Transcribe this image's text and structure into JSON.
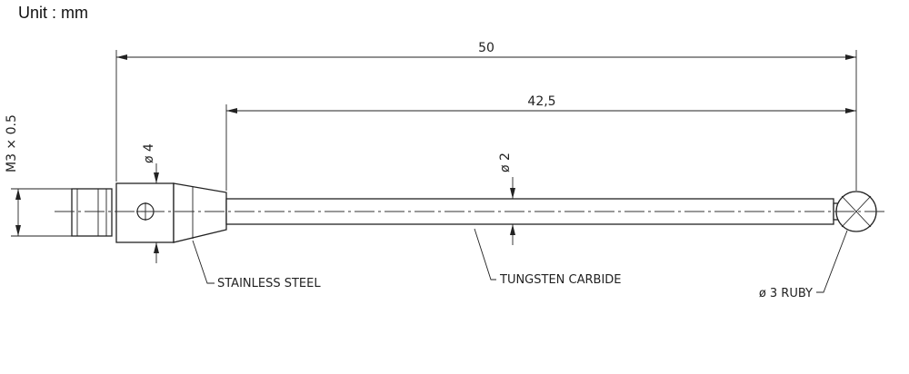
{
  "unit_label": "Unit : mm",
  "dimensions": {
    "overall_length": "50",
    "stem_length": "42,5",
    "thread": "M3 × 0.5",
    "body_diameter": "ø 4",
    "stem_diameter": "ø 2"
  },
  "callouts": {
    "body_material": "STAINLESS STEEL",
    "stem_material": "TUNGSTEN CARBIDE",
    "ball": "ø 3 RUBY"
  },
  "colors": {
    "line": "#222222",
    "background": "#ffffff"
  }
}
